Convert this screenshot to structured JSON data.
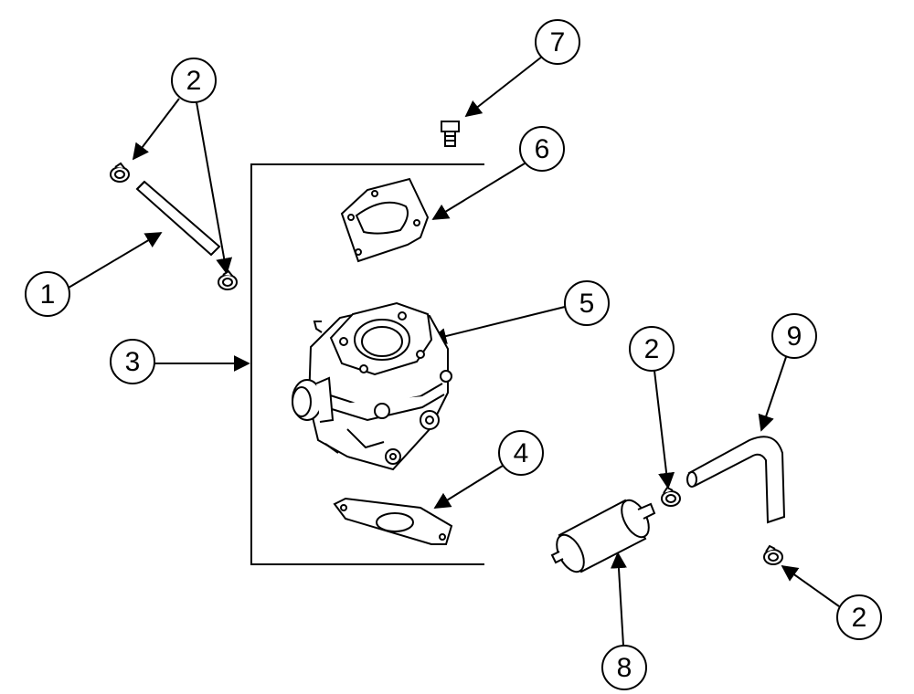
{
  "callouts": {
    "c1": "1",
    "c2a": "2",
    "c2b": "2",
    "c2c": "2",
    "c3": "3",
    "c4": "4",
    "c5": "5",
    "c6": "6",
    "c7": "7",
    "c8": "8",
    "c9": "9"
  },
  "parts": {
    "p1": "fuel-hose-segment",
    "p2": "hose-clamp",
    "p3": "carburetor-assembly-bracket",
    "p4": "lower-gasket",
    "p5": "carburetor",
    "p6": "upper-gasket",
    "p7": "bolt",
    "p8": "fuel-filter",
    "p9": "elbow-hose"
  },
  "colors": {
    "line": "#000000",
    "background": "#ffffff"
  }
}
